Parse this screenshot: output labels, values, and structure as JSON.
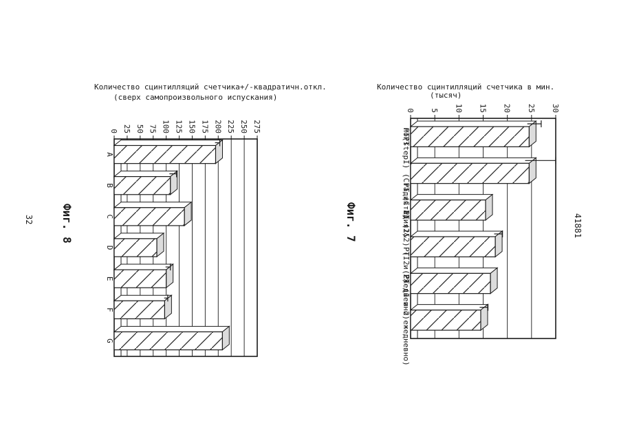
{
  "page_number": "32",
  "doc_number": "41881",
  "chart_data": [
    {
      "type": "bar",
      "figure_label": "Фиг. 8",
      "title": "Количество сцинтилляций счетчика+/-квадратичн.откл.",
      "subtitle": "(сверх самопроизвольного испускания)",
      "ylim": [
        0,
        275
      ],
      "ticks": [
        "0",
        "25",
        "50",
        "75",
        "100",
        "125",
        "150",
        "175",
        "200",
        "225",
        "250",
        "275"
      ],
      "categories": [
        "A",
        "B",
        "C",
        "D",
        "E",
        "F",
        "G"
      ],
      "values": [
        195,
        108,
        135,
        82,
        100,
        97,
        208
      ],
      "errors": [
        8,
        12,
        0,
        0,
        8,
        6,
        0
      ],
      "colors": {
        "ink": "#1a1a1a",
        "face": "#ffffff",
        "hatch": "#2a2a2a"
      }
    },
    {
      "type": "bar",
      "figure_label": "Фиг. 7",
      "title": "Количество сцинтилляций счетчика в мин.",
      "subtitle": "(тысяч)",
      "ylim": [
        0,
        30
      ],
      "ticks": [
        "0",
        "5",
        "10",
        "15",
        "20",
        "25",
        "30"
      ],
      "categories": [
        "noPT",
        "PT(stepI) (Стадия I)",
        "PT (Стадия2)",
        "PT (1&2) (I и 2)",
        "PT 2 (Ежедневно)",
        "PT (I и 2 ежедневно)"
      ],
      "values": [
        24.5,
        24.5,
        15.5,
        17.5,
        16.5,
        14.5
      ],
      "errors": [
        2.5,
        5.5,
        0,
        1.5,
        0,
        1.5
      ],
      "colors": {
        "ink": "#1a1a1a",
        "face": "#ffffff",
        "hatch": "#2a2a2a"
      }
    }
  ]
}
